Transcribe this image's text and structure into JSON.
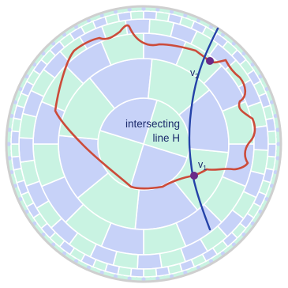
{
  "diagram": {
    "colors": {
      "tile_a": "#c7d2f8",
      "tile_b": "#c9f3e2",
      "tile_edge": "#ffffff",
      "disk_rim": "#cfcfcf",
      "polygon": "#cc4b3a",
      "line_h": "#2442a8",
      "vertex": "#6a2a88",
      "text": "#1b2a6b"
    },
    "line_label": {
      "line1": "intersecting",
      "line2": "line H"
    },
    "vertices": [
      {
        "letter": "v",
        "sub": "2"
      },
      {
        "letter": "v",
        "sub": "1"
      }
    ]
  }
}
